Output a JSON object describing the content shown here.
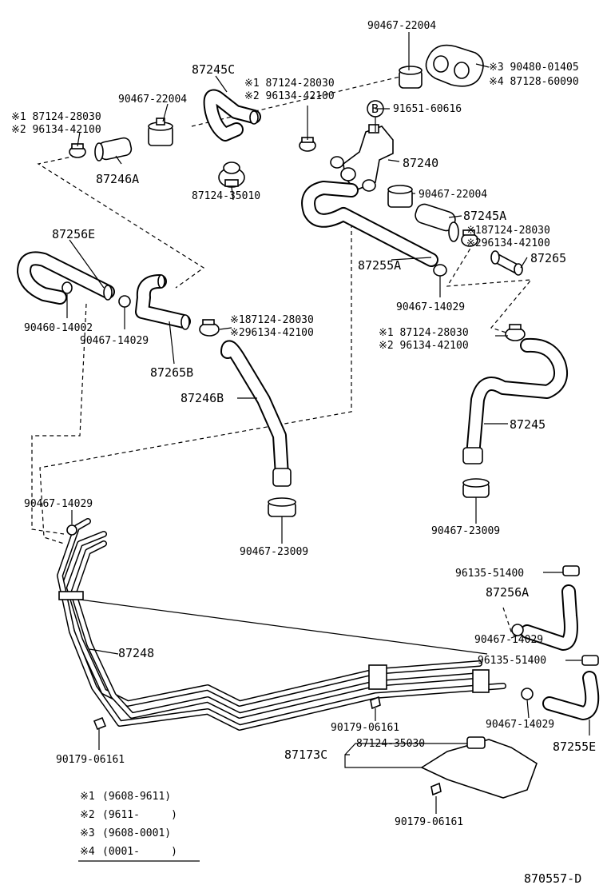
{
  "labels": {
    "p90467_22004_top": "90467-22004",
    "p87245C": "87245C",
    "s1_87124_28030_a": "※1 87124-28030",
    "s2_96134_42100_a": "※2 96134-42100",
    "s3_90480_01405": "※3 90480-01405",
    "s4_87128_60090": "※4 87128-60090",
    "p90467_22004_left": "90467-22004",
    "s1_87124_28030_b": "※1 87124-28030",
    "s2_96134_42100_b": "※2 96134-42100",
    "b_marker": "B",
    "p91651_60616": "91651-60616",
    "p87246A": "87246A",
    "p87240": "87240",
    "p87124_35010": "87124-35010",
    "p90467_22004_right": "90467-22004",
    "p87245A": "87245A",
    "p87256E": "87256E",
    "s1_87124_28030_c": "※187124-28030",
    "s2_96134_42100_c": "※296134-42100",
    "p87255A": "87255A",
    "p87265": "87265",
    "p90467_14029_a": "90467-14029",
    "p90460_14002": "90460-14002",
    "s1_87124_28030_d": "※187124-28030",
    "s2_96134_42100_d": "※296134-42100",
    "p90467_14029_b": "90467-14029",
    "s1_87124_28030_e": "※1 87124-28030",
    "s2_96134_42100_e": "※2 96134-42100",
    "p87265B": "87265B",
    "p87246B": "87246B",
    "p87245": "87245",
    "p90467_14029_c": "90467-14029",
    "p90467_23009_a": "90467-23009",
    "p90467_23009_b": "90467-23009",
    "p96135_51400_a": "96135-51400",
    "p87256A": "87256A",
    "p87248": "87248",
    "p90467_14029_d": "90467-14029",
    "p96135_51400_b": "96135-51400",
    "p90179_06161_a": "90179-06161",
    "p90467_14029_e": "90467-14029",
    "p87255E": "87255E",
    "p90179_06161_b": "90179-06161",
    "p87173C": "87173C",
    "p87124_35030": "87124-35030",
    "p90179_06161_c": "90179-06161",
    "diagram_id": "870557-D"
  },
  "legend": [
    {
      "mark": "※1",
      "range": "(9608-9611)"
    },
    {
      "mark": "※2",
      "range": "(9611-     )"
    },
    {
      "mark": "※3",
      "range": "(9608-0001)"
    },
    {
      "mark": "※4",
      "range": "(0001-     )"
    }
  ]
}
